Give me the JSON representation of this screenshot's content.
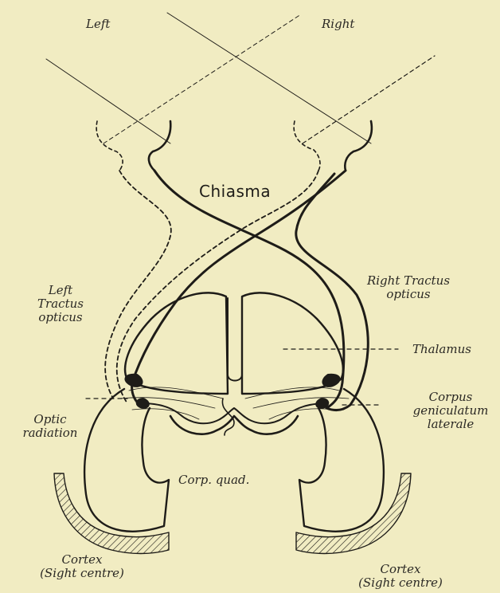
{
  "labels": {
    "left_eye": "Left",
    "right_eye": "Right",
    "chiasma": "Chiasma",
    "left_tract": [
      "Left",
      "Tractus",
      "opticus"
    ],
    "right_tract": [
      "Right Tractus",
      "opticus"
    ],
    "thalamus": "Thalamus",
    "corpus_geniculatum": [
      "Corpus",
      "geniculatum",
      "laterale"
    ],
    "optic_radiation": [
      "Optic",
      "radiation"
    ],
    "corp_quad": "Corp. quad.",
    "cortex_left": [
      "Cortex",
      "(Sight centre)"
    ],
    "cortex_right": [
      "Cortex",
      "(Sight centre)"
    ]
  },
  "colors": {
    "background": "#f1ecc2",
    "ink": "#1e1c18"
  }
}
